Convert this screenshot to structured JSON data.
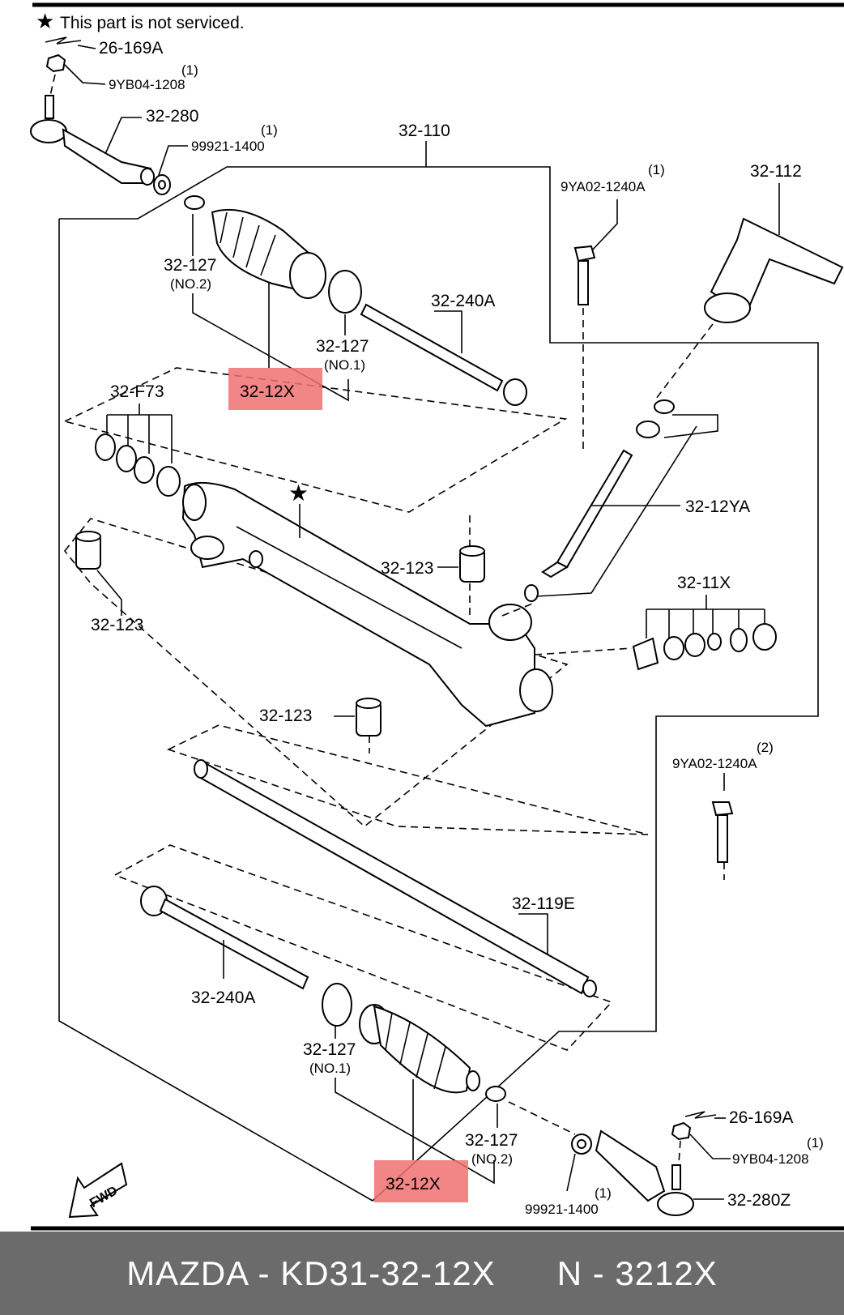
{
  "legend": {
    "star": "★",
    "text": "This part is not serviced."
  },
  "labels": {
    "clip_top": "26-169A",
    "nut_top_qty": "(1)",
    "nut_top": "9YB04-1208",
    "tie_rod_end_left": "32-280",
    "washer_top_qty": "(1)",
    "washer_top": "99921-1400",
    "gear_assy": "32-110",
    "bolt_top_qty": "(1)",
    "bolt_top": "9YA02-1240A",
    "cover": "32-112",
    "clamp_no2_top": "32-127",
    "clamp_no2_top_sub": "(NO.2)",
    "tie_rod_top": "32-240A",
    "clamp_no1_top": "32-127",
    "clamp_no1_top_sub": "(NO.1)",
    "boot_top": "32-12X",
    "seal_kit": "32-F73",
    "pinion": "32-12YA",
    "mount_right": "32-123",
    "mount_left": "32-123",
    "valve_kit": "32-11X",
    "star_mark": "★",
    "mount_bottom": "32-123",
    "bolt_bottom_qty": "(2)",
    "bolt_bottom": "9YA02-1240A",
    "rack": "32-119E",
    "tie_rod_bottom": "32-240A",
    "clamp_no1_bottom": "32-127",
    "clamp_no1_bottom_sub": "(NO.1)",
    "clip_bottom": "26-169A",
    "clamp_no2_bottom": "32-127",
    "clamp_no2_bottom_sub": "(NO.2)",
    "nut_bottom_qty": "(1)",
    "nut_bottom": "9YB04-1208",
    "boot_bottom": "32-12X",
    "washer_bottom_qty": "(1)",
    "washer_bottom": "99921-1400",
    "tie_rod_end_right": "32-280Z",
    "fwd": "FWD"
  },
  "highlight_color": "#f07070",
  "footer": {
    "part": "MAZDA - KD31-32-12X",
    "cross": "N - 3212X"
  }
}
